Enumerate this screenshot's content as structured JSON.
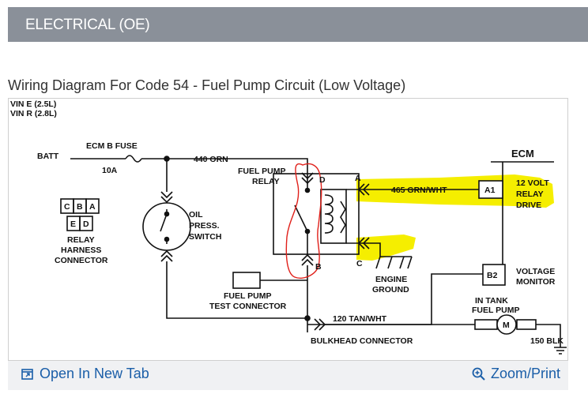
{
  "header": {
    "title": "ELECTRICAL (OE)"
  },
  "diagram": {
    "title": "Wiring Diagram For Code 54 - Fuel Pump Circuit (Low Voltage)",
    "labels": {
      "vin_e": "VIN E (2.5L)",
      "vin_r": "VIN R (2.8L)",
      "batt": "BATT",
      "ecm_fuse": "ECM B FUSE",
      "fuse_amp": "10A",
      "wire_440": "440 ORN",
      "fuel_pump_relay_1": "FUEL PUMP",
      "fuel_pump_relay_2": "RELAY",
      "pin_d": "D",
      "pin_a": "A",
      "pin_c": "C",
      "pin_b": "B",
      "wire_465": "465 GRN/WHT",
      "ecm": "ECM",
      "ecm_a1": "A1",
      "ecm_b2": "B2",
      "relay_drive_1": "12 VOLT",
      "relay_drive_2": "RELAY",
      "relay_drive_3": "DRIVE",
      "voltage_monitor_1": "VOLTAGE",
      "voltage_monitor_2": "MONITOR",
      "oil_switch_1": "OIL",
      "oil_switch_2": "PRESS.",
      "oil_switch_3": "SWITCH",
      "conn_c": "C",
      "conn_b": "B",
      "conn_a": "A",
      "conn_e": "E",
      "conn_d": "D",
      "relay_harness_1": "RELAY",
      "relay_harness_2": "HARNESS",
      "relay_harness_3": "CONNECTOR",
      "engine_ground_1": "ENGINE",
      "engine_ground_2": "GROUND",
      "test_conn_1": "FUEL PUMP",
      "test_conn_2": "TEST CONNECTOR",
      "wire_120": "120 TAN/WHT",
      "bulkhead": "BULKHEAD CONNECTOR",
      "in_tank_1": "IN TANK",
      "in_tank_2": "FUEL PUMP",
      "motor": "M",
      "wire_150": "150 BLK"
    },
    "colors": {
      "highlight": "#f5ee00",
      "annotation": "#e0201a",
      "ink": "#111111"
    }
  },
  "footer": {
    "open_label": "Open In New Tab",
    "zoom_label": "Zoom/Print",
    "link_color": "#1a5ea8"
  }
}
